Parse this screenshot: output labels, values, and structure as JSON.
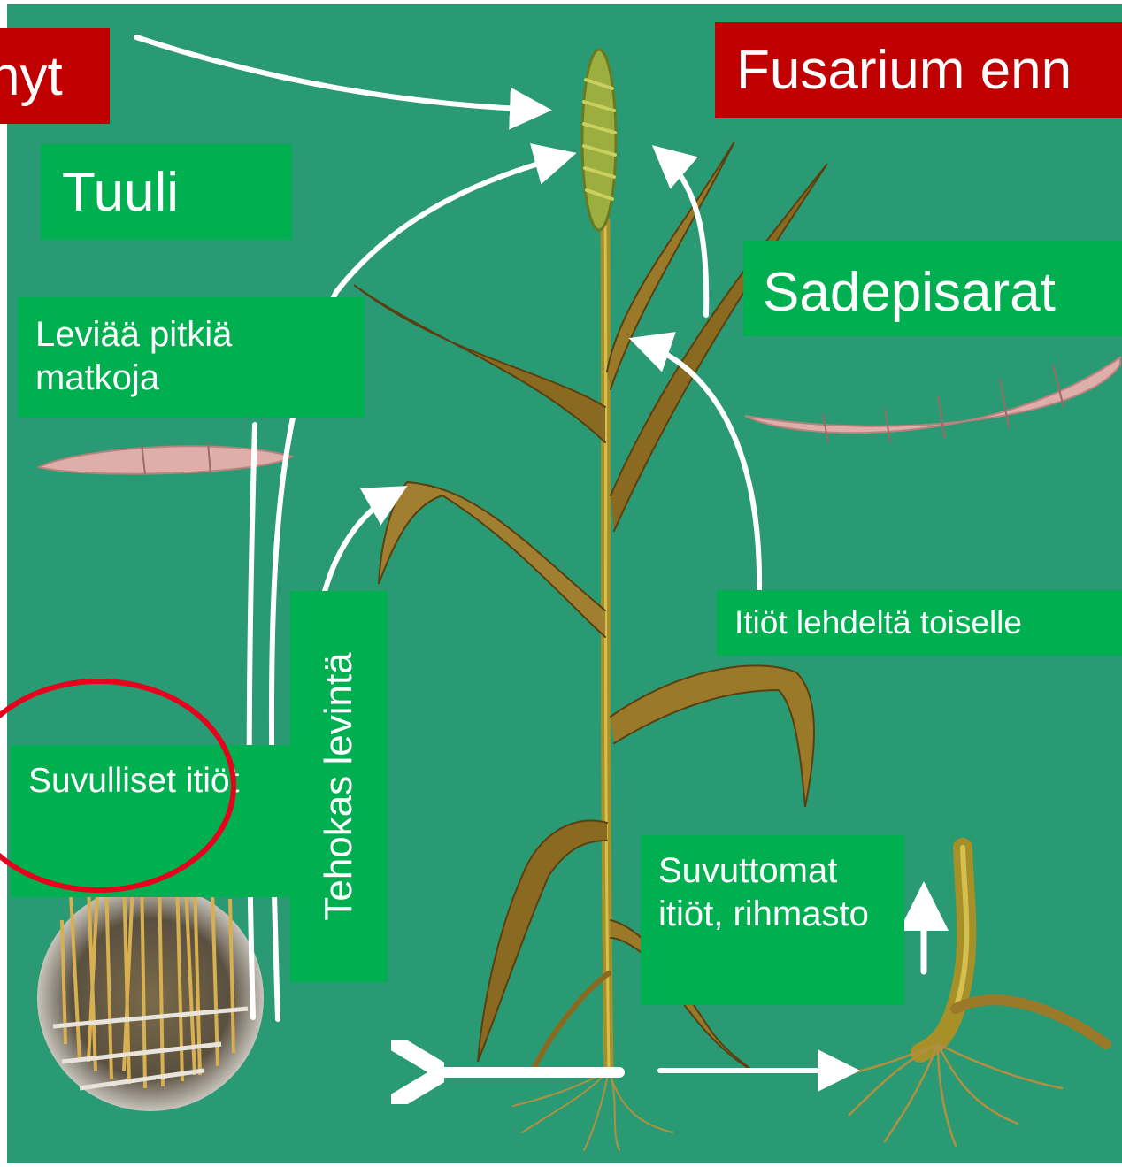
{
  "colors": {
    "background": "#2a9a74",
    "label_green": "#00b050",
    "label_red": "#c00000",
    "arrow": "#ffffff",
    "highlight_circle": "#e8001c",
    "spore": "#e0aeaa",
    "plant": "#a89028"
  },
  "labels": {
    "title_left": "nyt",
    "title_right": "Fusarium enn",
    "tuuli": "Tuuli",
    "sadepisarat": "Sadepisarat",
    "leviaa": "Leviää pitkiä matkoja",
    "itiot_lehdelta": "Itiöt lehdeltä toiselle",
    "suvulliset": "Suvulliset itiöt",
    "suvuttomat": "Suvuttomat itiöt, rihmasto",
    "tehokas": "Tehokas levintä"
  },
  "icons": [
    "wheat-plant-illustration",
    "spore-illustration",
    "stubble-photo",
    "root-illustration",
    "highlight-circle",
    "arrow-icon"
  ]
}
